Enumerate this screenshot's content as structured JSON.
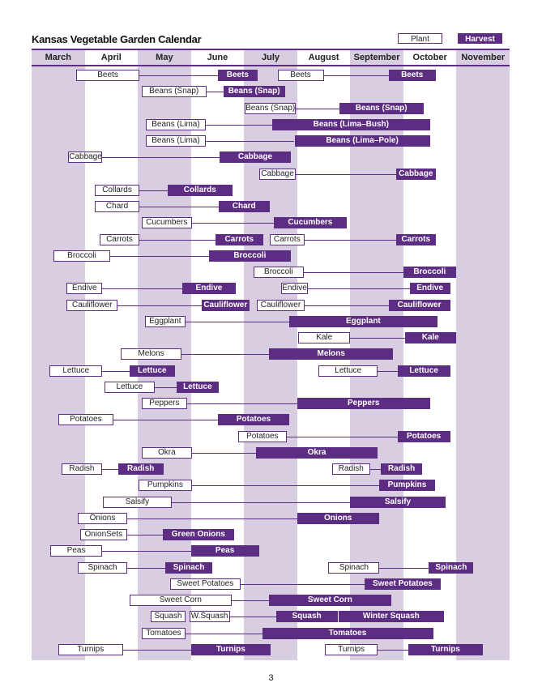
{
  "title": "Kansas Vegetable Garden Calendar",
  "legend": {
    "plant": "Plant",
    "harvest": "Harvest"
  },
  "page_number": "3",
  "colors": {
    "purple": "#5c2d82",
    "stripe": "#d9cde2"
  },
  "chart_data": {
    "type": "gantt",
    "title": "Kansas Vegetable Garden Calendar",
    "months": [
      "March",
      "April",
      "May",
      "June",
      "July",
      "August",
      "September",
      "October",
      "November"
    ],
    "month_range": [
      3,
      12
    ],
    "rows": [
      {
        "items": [
          {
            "t": "p",
            "label": "Beets",
            "s": 3.84,
            "e": 5.03
          },
          {
            "t": "h",
            "label": "Beets",
            "s": 6.51,
            "e": 7.25
          },
          {
            "t": "p",
            "label": "Beets",
            "s": 7.63,
            "e": 8.5
          },
          {
            "t": "h",
            "label": "Beets",
            "s": 9.72,
            "e": 10.61
          }
        ]
      },
      {
        "items": [
          {
            "t": "p",
            "label": "Beans (Snap)",
            "s": 5.07,
            "e": 6.29
          },
          {
            "t": "h",
            "label": "Beans (Snap)",
            "s": 6.61,
            "e": 7.77
          }
        ]
      },
      {
        "items": [
          {
            "t": "p",
            "label": "Beans (Snap)",
            "s": 7.01,
            "e": 7.98
          },
          {
            "t": "h",
            "label": "Beans (Snap)",
            "s": 8.79,
            "e": 10.38
          }
        ]
      },
      {
        "items": [
          {
            "t": "p",
            "label": "Beans (Lima)",
            "s": 5.15,
            "e": 6.28
          },
          {
            "t": "h",
            "label": "Beans (Lima–Bush)",
            "s": 7.53,
            "e": 10.5
          }
        ]
      },
      {
        "items": [
          {
            "t": "p",
            "label": "Beans (Lima)",
            "s": 5.15,
            "e": 6.28
          },
          {
            "t": "h",
            "label": "Beans (Lima–Pole)",
            "s": 7.95,
            "e": 10.5
          }
        ]
      },
      {
        "items": [
          {
            "t": "p",
            "label": "Cabbage",
            "s": 3.69,
            "e": 4.33
          },
          {
            "t": "h",
            "label": "Cabbage",
            "s": 6.54,
            "e": 7.88
          }
        ]
      },
      {
        "items": [
          {
            "t": "p",
            "label": "Cabbage",
            "s": 7.28,
            "e": 7.98
          },
          {
            "t": "h",
            "label": "Cabbage",
            "s": 9.86,
            "e": 10.61
          }
        ]
      },
      {
        "items": [
          {
            "t": "p",
            "label": "Collards",
            "s": 4.19,
            "e": 5.03
          },
          {
            "t": "h",
            "label": "Collards",
            "s": 5.56,
            "e": 6.78
          }
        ]
      },
      {
        "items": [
          {
            "t": "p",
            "label": "Chard",
            "s": 4.19,
            "e": 5.03
          },
          {
            "t": "h",
            "label": "Chard",
            "s": 6.52,
            "e": 7.48
          }
        ]
      },
      {
        "items": [
          {
            "t": "p",
            "label": "Cucumbers",
            "s": 5.07,
            "e": 6.02
          },
          {
            "t": "h",
            "label": "Cucumbers",
            "s": 7.56,
            "e": 8.93
          }
        ]
      },
      {
        "items": [
          {
            "t": "p",
            "label": "Carrots",
            "s": 4.28,
            "e": 5.03
          },
          {
            "t": "h",
            "label": "Carrots",
            "s": 6.46,
            "e": 7.36
          },
          {
            "t": "p",
            "label": "Carrots",
            "s": 7.48,
            "e": 8.14
          },
          {
            "t": "h",
            "label": "Carrots",
            "s": 9.86,
            "e": 10.61
          }
        ]
      },
      {
        "items": [
          {
            "t": "p",
            "label": "Broccoli",
            "s": 3.41,
            "e": 4.48
          },
          {
            "t": "h",
            "label": "Broccoli",
            "s": 6.34,
            "e": 7.88
          }
        ]
      },
      {
        "items": [
          {
            "t": "p",
            "label": "Broccoli",
            "s": 7.18,
            "e": 8.12
          },
          {
            "t": "h",
            "label": "Broccoli",
            "s": 10.0,
            "e": 10.99
          }
        ]
      },
      {
        "items": [
          {
            "t": "p",
            "label": "Endive",
            "s": 3.66,
            "e": 4.33
          },
          {
            "t": "h",
            "label": "Endive",
            "s": 5.84,
            "e": 6.84
          },
          {
            "t": "p",
            "label": "Endive",
            "s": 7.7,
            "e": 8.2
          },
          {
            "t": "h",
            "label": "Endive",
            "s": 10.12,
            "e": 10.88
          }
        ]
      },
      {
        "items": [
          {
            "t": "p",
            "label": "Cauliflower",
            "s": 3.66,
            "e": 4.62
          },
          {
            "t": "h",
            "label": "Cauliflower",
            "s": 6.2,
            "e": 7.1
          },
          {
            "t": "p",
            "label": "Cauliflower",
            "s": 7.24,
            "e": 8.14
          },
          {
            "t": "h",
            "label": "Cauliflower",
            "s": 9.72,
            "e": 10.88
          }
        ]
      },
      {
        "items": [
          {
            "t": "p",
            "label": "Eggplant",
            "s": 5.13,
            "e": 5.9
          },
          {
            "t": "h",
            "label": "Eggplant",
            "s": 7.85,
            "e": 10.64
          }
        ]
      },
      {
        "items": [
          {
            "t": "p",
            "label": "Kale",
            "s": 8.02,
            "e": 9.0
          },
          {
            "t": "h",
            "label": "Kale",
            "s": 10.03,
            "e": 10.99
          }
        ]
      },
      {
        "items": [
          {
            "t": "p",
            "label": "Melons",
            "s": 4.68,
            "e": 5.82
          },
          {
            "t": "h",
            "label": "Melons",
            "s": 7.47,
            "e": 9.81
          }
        ]
      },
      {
        "items": [
          {
            "t": "p",
            "label": "Lettuce",
            "s": 3.34,
            "e": 4.33
          },
          {
            "t": "h",
            "label": "Lettuce",
            "s": 4.84,
            "e": 5.7
          },
          {
            "t": "p",
            "label": "Lettuce",
            "s": 8.4,
            "e": 9.52
          },
          {
            "t": "h",
            "label": "Lettuce",
            "s": 9.89,
            "e": 10.88
          }
        ]
      },
      {
        "items": [
          {
            "t": "p",
            "label": "Lettuce",
            "s": 4.37,
            "e": 5.32
          },
          {
            "t": "h",
            "label": "Lettuce",
            "s": 5.73,
            "e": 6.52
          }
        ]
      },
      {
        "items": [
          {
            "t": "p",
            "label": "Peppers",
            "s": 5.07,
            "e": 5.93
          },
          {
            "t": "h",
            "label": "Peppers",
            "s": 8.0,
            "e": 10.5
          }
        ]
      },
      {
        "items": [
          {
            "t": "p",
            "label": "Potatoes",
            "s": 3.5,
            "e": 4.54
          },
          {
            "t": "h",
            "label": "Potatoes",
            "s": 6.51,
            "e": 7.85
          }
        ]
      },
      {
        "items": [
          {
            "t": "p",
            "label": "Potatoes",
            "s": 6.89,
            "e": 7.8
          },
          {
            "t": "h",
            "label": "Potatoes",
            "s": 9.89,
            "e": 10.88
          }
        ]
      },
      {
        "items": [
          {
            "t": "p",
            "label": "Okra",
            "s": 5.07,
            "e": 6.02
          },
          {
            "t": "h",
            "label": "Okra",
            "s": 7.22,
            "e": 9.52
          }
        ]
      },
      {
        "items": [
          {
            "t": "p",
            "label": "Radish",
            "s": 3.56,
            "e": 4.33
          },
          {
            "t": "h",
            "label": "Radish",
            "s": 4.63,
            "e": 5.48
          },
          {
            "t": "p",
            "label": "Radish",
            "s": 8.66,
            "e": 9.37
          },
          {
            "t": "h",
            "label": "Radish",
            "s": 9.57,
            "e": 10.36
          }
        ]
      },
      {
        "items": [
          {
            "t": "p",
            "label": "Pumpkins",
            "s": 5.01,
            "e": 6.02
          },
          {
            "t": "h",
            "label": "Pumpkins",
            "s": 9.55,
            "e": 10.59
          }
        ]
      },
      {
        "items": [
          {
            "t": "p",
            "label": "Salsify",
            "s": 4.34,
            "e": 5.64
          },
          {
            "t": "h",
            "label": "Salsify",
            "s": 8.99,
            "e": 10.8
          }
        ]
      },
      {
        "items": [
          {
            "t": "p",
            "label": "Onions",
            "s": 3.87,
            "e": 4.8
          },
          {
            "t": "h",
            "label": "Onions",
            "s": 8.0,
            "e": 9.54
          }
        ]
      },
      {
        "items": [
          {
            "t": "p",
            "label": "OnionSets",
            "s": 3.91,
            "e": 4.8
          },
          {
            "t": "h",
            "label": "Green Onions",
            "s": 5.47,
            "e": 6.81
          }
        ]
      },
      {
        "items": [
          {
            "t": "p",
            "label": "Peas",
            "s": 3.35,
            "e": 4.33
          },
          {
            "t": "h",
            "label": "Peas",
            "s": 6.0,
            "e": 7.28
          }
        ]
      },
      {
        "items": [
          {
            "t": "p",
            "label": "Spinach",
            "s": 3.87,
            "e": 4.8
          },
          {
            "t": "h",
            "label": "Spinach",
            "s": 5.52,
            "e": 6.4
          },
          {
            "t": "p",
            "label": "Spinach",
            "s": 8.59,
            "e": 9.55
          },
          {
            "t": "h",
            "label": "Spinach",
            "s": 10.48,
            "e": 11.32
          }
        ]
      },
      {
        "items": [
          {
            "t": "p",
            "label": "Sweet Potatoes",
            "s": 5.61,
            "e": 6.93
          },
          {
            "t": "h",
            "label": "Sweet Potatoes",
            "s": 9.27,
            "e": 10.7
          }
        ]
      },
      {
        "items": [
          {
            "t": "p",
            "label": "Sweet Corn",
            "s": 4.84,
            "e": 6.77
          },
          {
            "t": "h",
            "label": "Sweet Corn",
            "s": 7.47,
            "e": 9.77
          }
        ]
      },
      {
        "items": [
          {
            "t": "p",
            "label": "Squash",
            "s": 5.24,
            "e": 5.9
          },
          {
            "t": "p",
            "label": "W.Squash",
            "s": 5.97,
            "e": 6.73
          },
          {
            "t": "h",
            "label": "Squash",
            "s": 7.6,
            "e": 8.76
          },
          {
            "t": "h",
            "label": "Winter Squash",
            "s": 8.78,
            "e": 10.76
          }
        ]
      },
      {
        "items": [
          {
            "t": "p",
            "label": "Tomatoes",
            "s": 5.07,
            "e": 5.9
          },
          {
            "t": "h",
            "label": "Tomatoes",
            "s": 7.34,
            "e": 10.56
          }
        ]
      },
      {
        "items": [
          {
            "t": "p",
            "label": "Turnips",
            "s": 3.5,
            "e": 4.72
          },
          {
            "t": "h",
            "label": "Turnips",
            "s": 6.0,
            "e": 7.5
          },
          {
            "t": "p",
            "label": "Turnips",
            "s": 8.52,
            "e": 9.52
          },
          {
            "t": "h",
            "label": "Turnips",
            "s": 10.09,
            "e": 11.5
          }
        ]
      }
    ]
  }
}
